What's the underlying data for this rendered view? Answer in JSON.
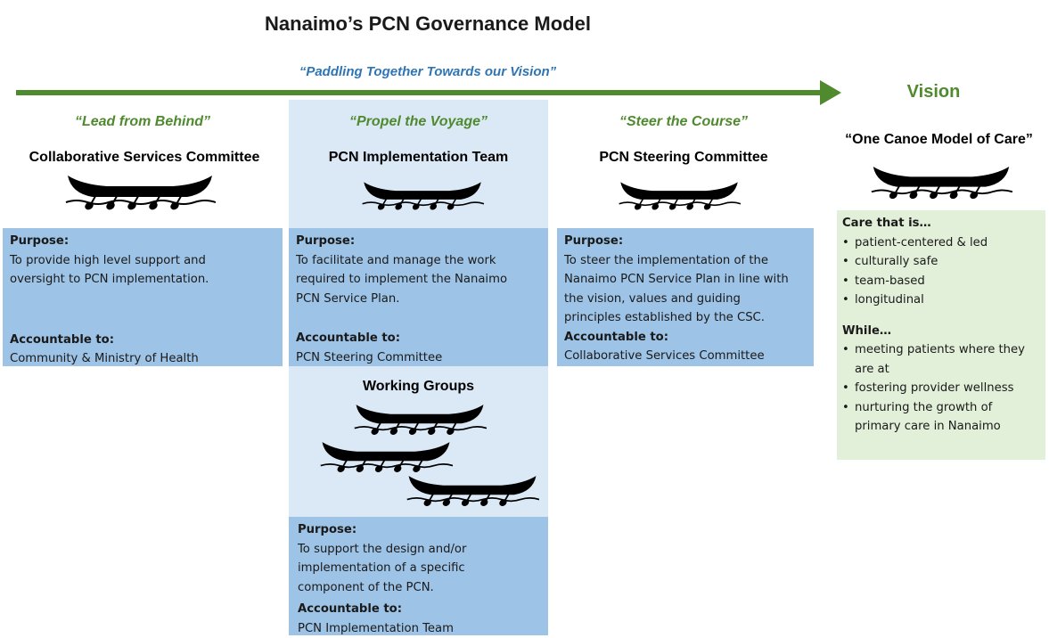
{
  "title": "Nanaimo’s PCN Governance Model",
  "motto": "“Paddling Together Towards our Vision”",
  "vision_label": "Vision",
  "colors": {
    "green": "#4f8a2e",
    "motto_blue": "#2f75b5",
    "panel_blue": "#9dc3e6",
    "light_blue": "#dbe8f6",
    "vision_green": "#e2efd9"
  },
  "columns": [
    {
      "slogan": "“Lead from Behind”",
      "name": "Collaborative Services Committee",
      "purpose_label": "Purpose:",
      "purpose_lines": [
        "To provide high level support and",
        "oversight to PCN implementation."
      ],
      "accountable_label": "Accountable to:",
      "accountable": "Community & Ministry of Health"
    },
    {
      "slogan": "“Propel the Voyage”",
      "name": "PCN Implementation Team",
      "purpose_label": "Purpose:",
      "purpose_lines": [
        "To facilitate and manage the work",
        "required to implement the Nanaimo",
        "PCN Service Plan."
      ],
      "accountable_label": "Accountable to:",
      "accountable": "PCN Steering Committee"
    },
    {
      "slogan": "“Steer the Course”",
      "name": "PCN Steering Committee",
      "purpose_label": "Purpose:",
      "purpose_lines": [
        "To steer the implementation of the",
        "Nanaimo PCN Service Plan in line with",
        "the vision, values and guiding",
        "principles established by the CSC."
      ],
      "accountable_label": "Accountable to:",
      "accountable": "Collaborative Services Committee"
    }
  ],
  "working_groups": {
    "name": "Working Groups",
    "purpose_label": "Purpose:",
    "purpose_lines": [
      "To support the design and/or",
      "implementation of a specific",
      "component of the PCN."
    ],
    "accountable_label": "Accountable to:",
    "accountable": "PCN Implementation Team"
  },
  "vision": {
    "model": "“One Canoe Model of Care”",
    "care_label": "Care that is…",
    "care_items": [
      "patient-centered & led",
      "culturally safe",
      "team-based",
      "longitudinal"
    ],
    "while_label": "While…",
    "while_items": [
      [
        "meeting patients where they",
        "are at"
      ],
      [
        "fostering provider wellness"
      ],
      [
        "nurturing the growth of",
        "primary care in Nanaimo"
      ]
    ],
    "bullet": "•"
  }
}
